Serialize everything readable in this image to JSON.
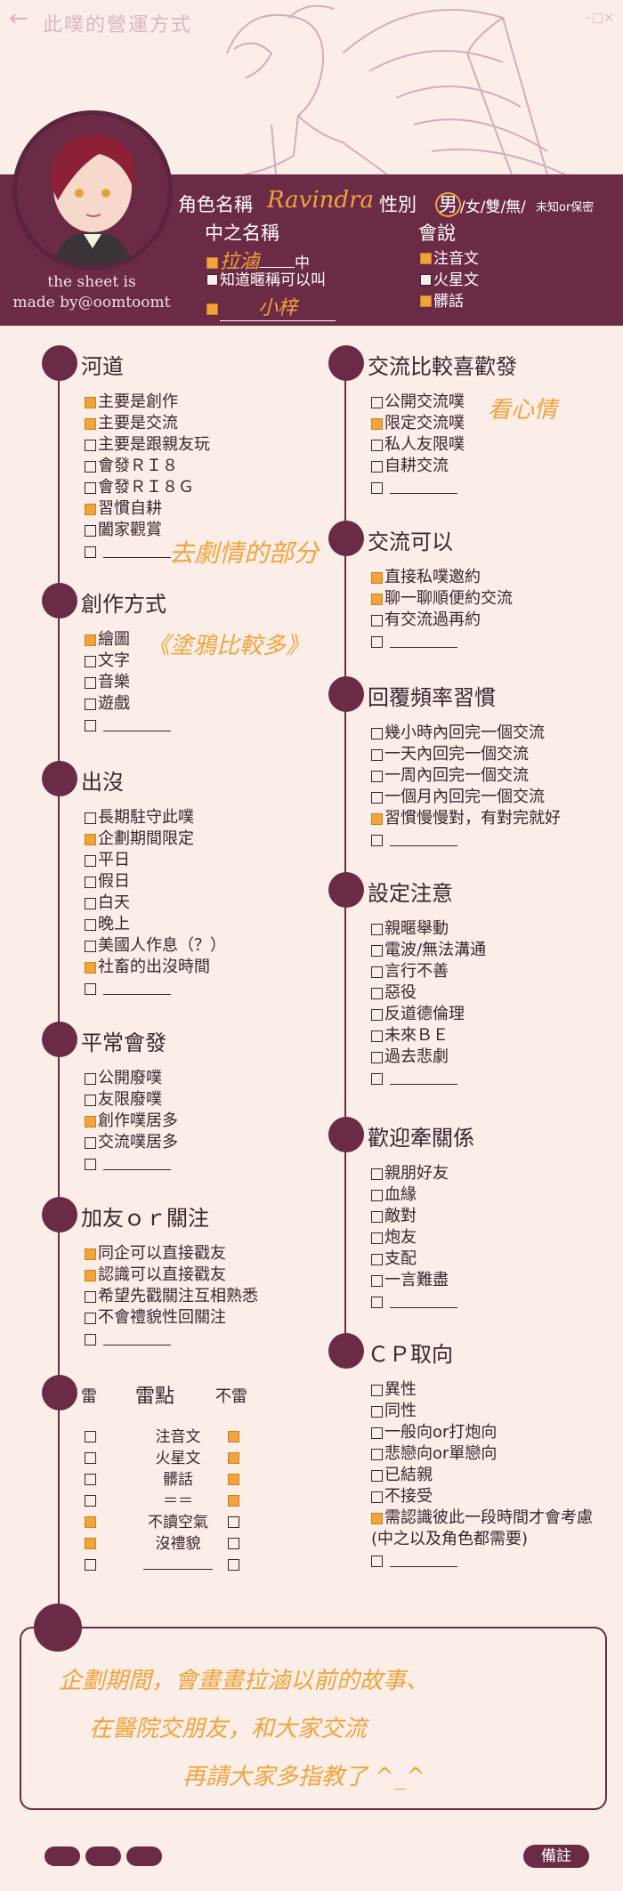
{
  "window": {
    "title": "此噗的營運方式",
    "controls": "–□×"
  },
  "header": {
    "char_label": "角色名稱",
    "char_name": "Ravindra",
    "gender_label": "性別",
    "gender_male": "男",
    "gender_rest": "/女/雙/無/",
    "gender_small": "未知or保密",
    "cn_label": "中之名稱",
    "cn_name": "拉滷",
    "cn_suffix": "中",
    "cn_opt2": "知道暱稱可以叫",
    "cn_nick": "小梓",
    "lang_label": "會說",
    "lang_opts": [
      "注音文",
      "火星文",
      "髒話"
    ],
    "credit1": "the sheet is",
    "credit2": "made by@oomtoomt"
  },
  "sections": {
    "s1": {
      "title": "河道",
      "items": [
        "主要是創作",
        "主要是交流",
        "主要是跟親友玩",
        "會發ＲＩ８",
        "會發ＲＩ８Ｇ",
        "習慣自耕",
        "闔家觀賞",
        ""
      ],
      "note": "去劇情的部分"
    },
    "s2": {
      "title": "創作方式",
      "items": [
        "繪圖",
        "文字",
        "音樂",
        "遊戲",
        ""
      ],
      "note": "《塗鴉比較多》"
    },
    "s3": {
      "title": "出沒",
      "items": [
        "長期駐守此噗",
        "企劃期間限定",
        "平日",
        "假日",
        "白天",
        "晚上",
        "美國人作息（？）",
        "社畜的出沒時間",
        ""
      ]
    },
    "s4": {
      "title": "平常會發",
      "items": [
        "公開廢噗",
        "友限廢噗",
        "創作噗居多",
        "交流噗居多",
        ""
      ]
    },
    "s5": {
      "title": "加友ｏｒ關注",
      "items": [
        "同企可以直接戳友",
        "認識可以直接戳友",
        "希望先戳關注互相熟悉",
        "不會禮貌性回關注",
        ""
      ]
    },
    "s6": {
      "title": "交流比較喜歡發",
      "items": [
        "公開交流噗",
        "限定交流噗",
        "私人友限噗",
        "自耕交流",
        ""
      ],
      "note": "看心情"
    },
    "s7": {
      "title": "交流可以",
      "items": [
        "直接私噗邀約",
        "聊一聊順便約交流",
        "有交流過再約",
        ""
      ]
    },
    "s8": {
      "title": "回覆頻率習慣",
      "items": [
        "幾小時內回完一個交流",
        "一天內回完一個交流",
        "一周內回完一個交流",
        "一個月內回完一個交流",
        "習慣慢慢對，有對完就好",
        ""
      ]
    },
    "s9": {
      "title": "設定注意",
      "items": [
        "親暱舉動",
        "電波/無法溝通",
        "言行不善",
        "惡役",
        "反道德倫理",
        "未來ＢＥ",
        "過去悲劇",
        ""
      ]
    },
    "s10": {
      "title": "歡迎牽關係",
      "items": [
        "親朋好友",
        "血緣",
        "敵對",
        "炮友",
        "支配",
        "一言難盡",
        ""
      ]
    },
    "s11": {
      "title": "ＣＰ取向",
      "items": [
        "異性",
        "同性",
        "一般向or打炮向",
        "悲戀向or單戀向",
        "已結親",
        "不接受",
        "需認識彼此一段時間才會考慮",
        "(中之以及角色都需要)",
        ""
      ]
    }
  },
  "thunder": {
    "left": "雷",
    "title": "雷點",
    "right": "不雷",
    "rows": [
      "注音文",
      "火星文",
      "髒話",
      "＝＝",
      "不讀空氣",
      "沒禮貌",
      ""
    ]
  },
  "remarks": {
    "line1": "企劃期間，會畫畫拉滷以前的故事、",
    "line2": "在醫院交朋友，和大家交流",
    "line3": "再請大家多指教了 ^_^",
    "button": "備註"
  },
  "accent": "#f1a33c",
  "brand": "#6b2a46"
}
